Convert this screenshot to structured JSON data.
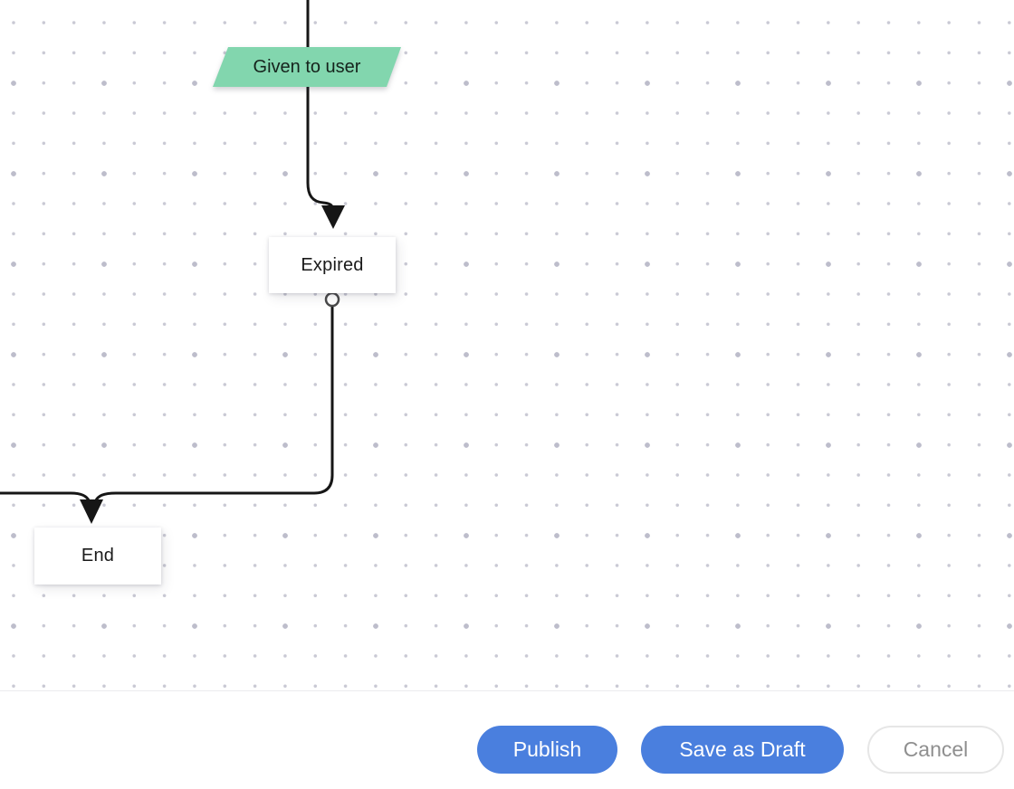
{
  "canvas": {
    "nodes": [
      {
        "id": "given-to-user",
        "type": "parallelogram",
        "label": "Given to user"
      },
      {
        "id": "expired",
        "type": "process",
        "label": "Expired"
      },
      {
        "id": "end",
        "type": "process",
        "label": "End"
      }
    ],
    "edges": [
      {
        "from": "offscreen-top",
        "to": "expired",
        "through": "given-to-user"
      },
      {
        "from": "expired",
        "to": "end"
      },
      {
        "from": "offscreen-left",
        "to": "end"
      }
    ]
  },
  "footer": {
    "buttons": [
      {
        "id": "publish",
        "label": "Publish",
        "style": "primary"
      },
      {
        "id": "save-draft",
        "label": "Save as Draft",
        "style": "primary"
      },
      {
        "id": "cancel",
        "label": "Cancel",
        "style": "secondary"
      }
    ]
  },
  "colors": {
    "node-green": "#82d6ae",
    "node-white": "#ffffff",
    "edge-black": "#161616",
    "accent-blue": "#4a7fde",
    "cancel-text": "#8f8f8f",
    "cancel-border": "#e6e6e6",
    "dot-small": "#c9c9d4",
    "dot-large": "#bdbdcb"
  }
}
